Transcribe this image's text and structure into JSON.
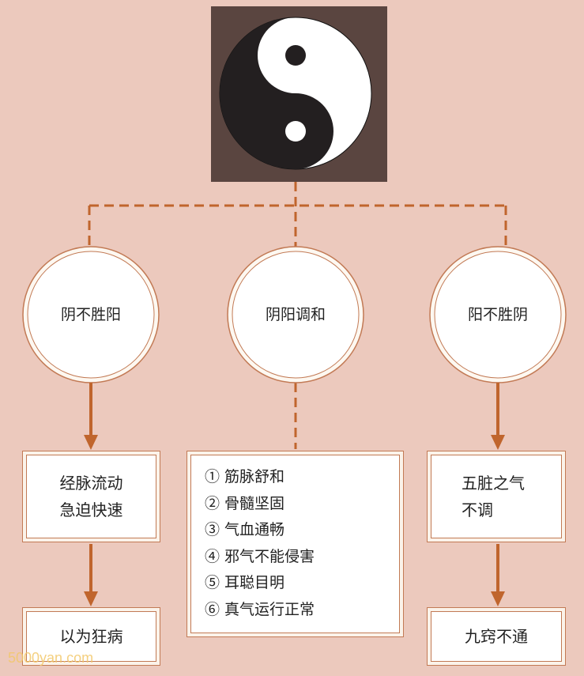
{
  "colors": {
    "background": "#ecc9bd",
    "connector": "#c0652d",
    "yinyang_frame": "#5a4540"
  },
  "nodes": {
    "left_circle": "阴不胜阳",
    "center_circle": "阴阳调和",
    "right_circle": "阳不胜阴"
  },
  "left_branch": {
    "box1_lines": [
      "经脉流动",
      "急迫快速"
    ],
    "box2": "以为狂病"
  },
  "center_branch": {
    "items": [
      "① 筋脉舒和",
      "② 骨髓坚固",
      "③ 气血通畅",
      "④ 邪气不能侵害",
      "⑤ 耳聪目明",
      "⑥ 真气运行正常"
    ]
  },
  "right_branch": {
    "box1_lines": [
      "五脏之气",
      "不调"
    ],
    "box2": "九窍不通"
  },
  "watermark": "5000yan.com"
}
